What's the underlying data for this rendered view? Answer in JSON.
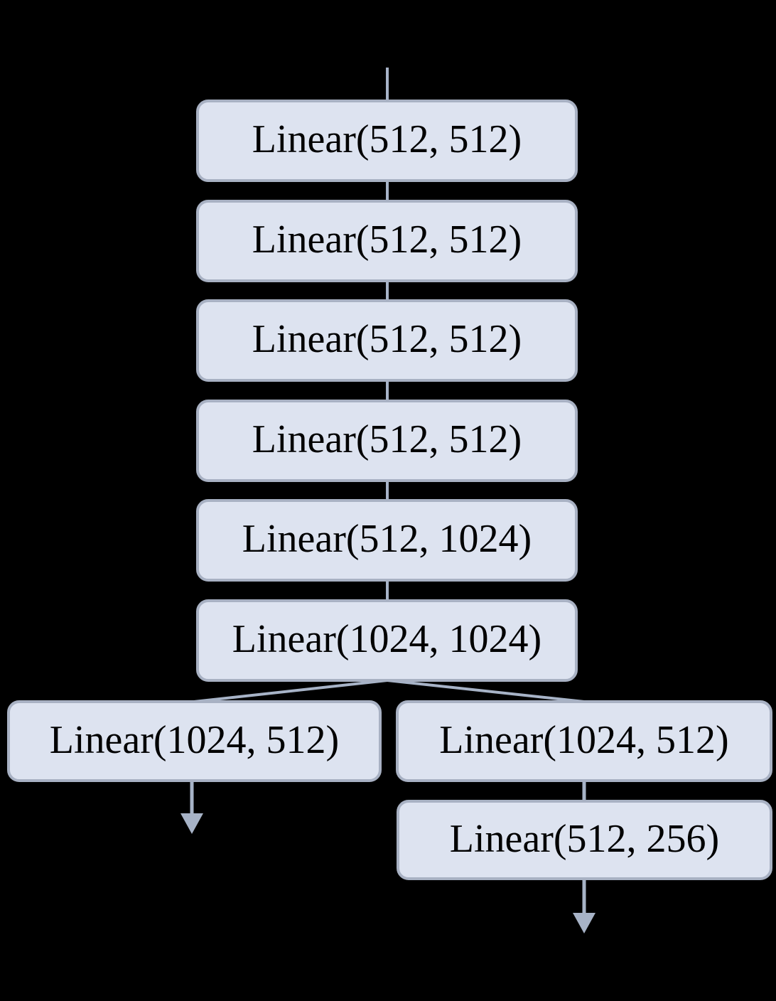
{
  "diagram": {
    "type": "flowchart",
    "colors": {
      "background": "#000000",
      "node_fill": "#dde3f0",
      "node_border": "#a8b1c3",
      "connector": "#a7b3c7",
      "text": "#000000"
    },
    "nodes": [
      {
        "label": "Linear(512, 512)"
      },
      {
        "label": "Linear(512, 512)"
      },
      {
        "label": "Linear(512, 512)"
      },
      {
        "label": "Linear(512, 512)"
      },
      {
        "label": "Linear(512, 1024)"
      },
      {
        "label": "Linear(1024, 1024)"
      },
      {
        "label": "Linear(1024, 512)"
      },
      {
        "label": "Linear(1024, 512)"
      },
      {
        "label": "Linear(512, 256)"
      }
    ]
  }
}
